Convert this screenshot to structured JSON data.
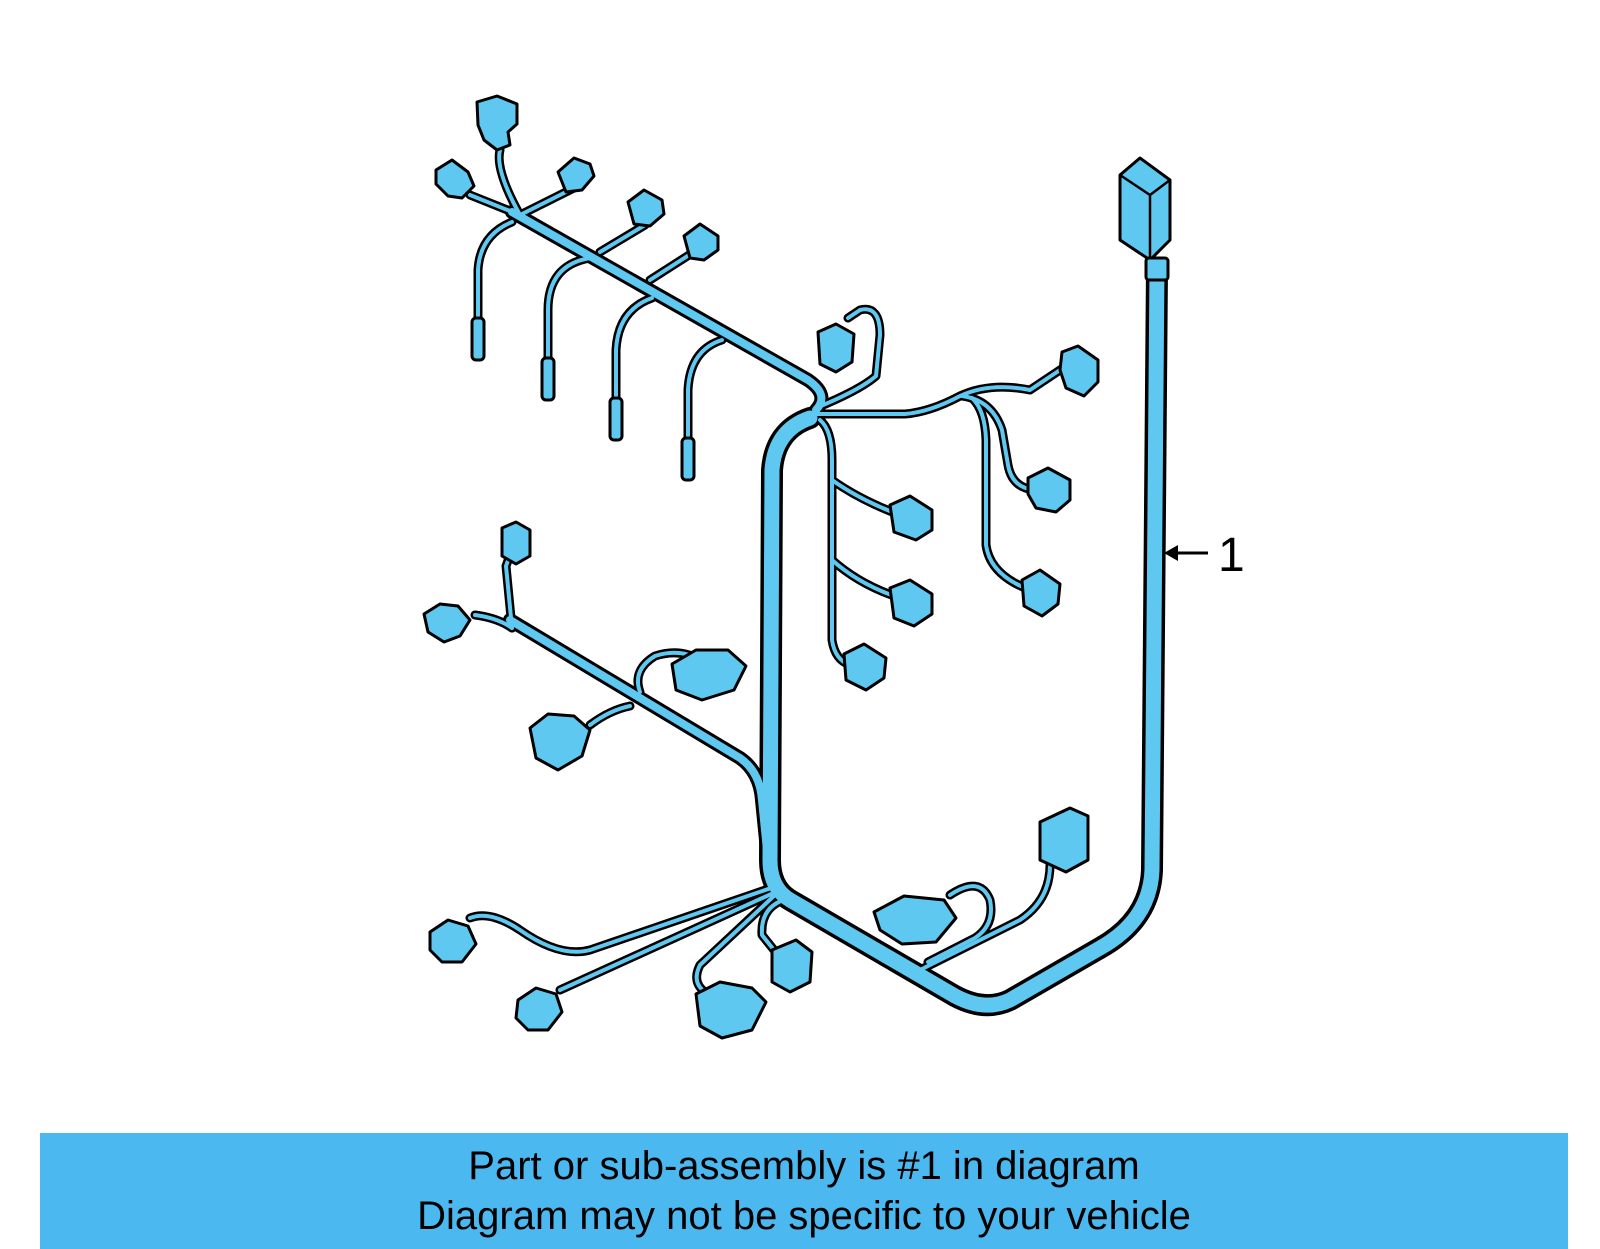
{
  "diagram": {
    "callout_label": "1",
    "colors": {
      "harness_fill": "#5EC8F0",
      "outline": "#000000",
      "banner": "#4BB8F0"
    }
  },
  "banner": {
    "line1": "Part or sub-assembly is #1 in diagram",
    "line2": "Diagram may not be specific to your vehicle"
  }
}
